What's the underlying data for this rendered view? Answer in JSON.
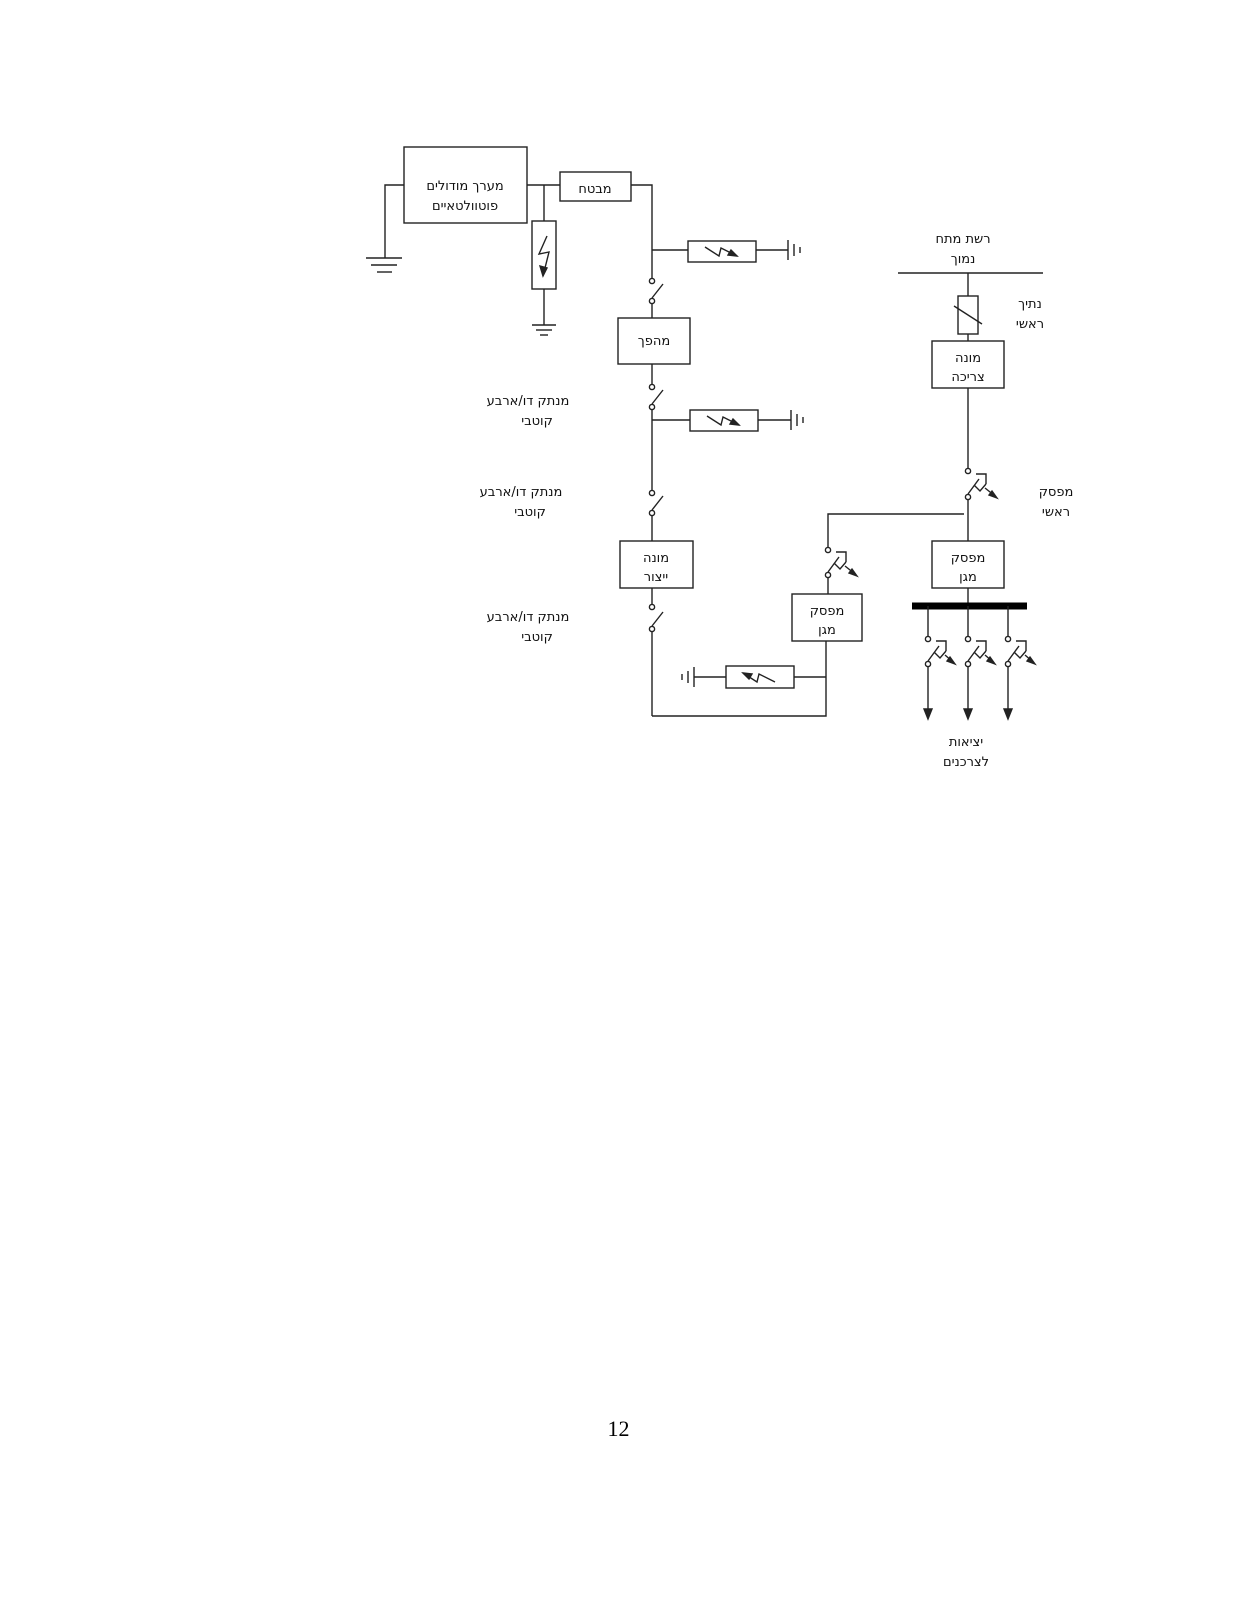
{
  "diagram": {
    "pv_array_line1": "מערך מודולים",
    "pv_array_line2": "פוטוולטאיים",
    "fuse_block": "מבטח",
    "inverter": "מהפך",
    "switch_label_1_line1": "מנתק דו/ארבע",
    "switch_label_1_line2": "קוטבי",
    "switch_label_2_line1": "מנתק דו/ארבע",
    "switch_label_2_line2": "קוטבי",
    "switch_label_3_line1": "מנתק דו/ארבע",
    "switch_label_3_line2": "קוטבי",
    "production_meter_line1": "מונה",
    "production_meter_line2": "ייצור",
    "grid_line1": "רשת מתח",
    "grid_line2": "נמוך",
    "main_fuse_line1": "נתיך",
    "main_fuse_line2": "ראשי",
    "consumption_meter_line1": "מונה",
    "consumption_meter_line2": "צריכה",
    "main_breaker_line1": "מפסק",
    "main_breaker_line2": "ראשי",
    "protection_breaker_right_line1": "מפסק",
    "protection_breaker_right_line2": "מגן",
    "protection_breaker_left_line1": "מפסק",
    "protection_breaker_left_line2": "מגן",
    "outputs_line1": "יציאות",
    "outputs_line2": "לצרכנים"
  },
  "page_number": "12"
}
